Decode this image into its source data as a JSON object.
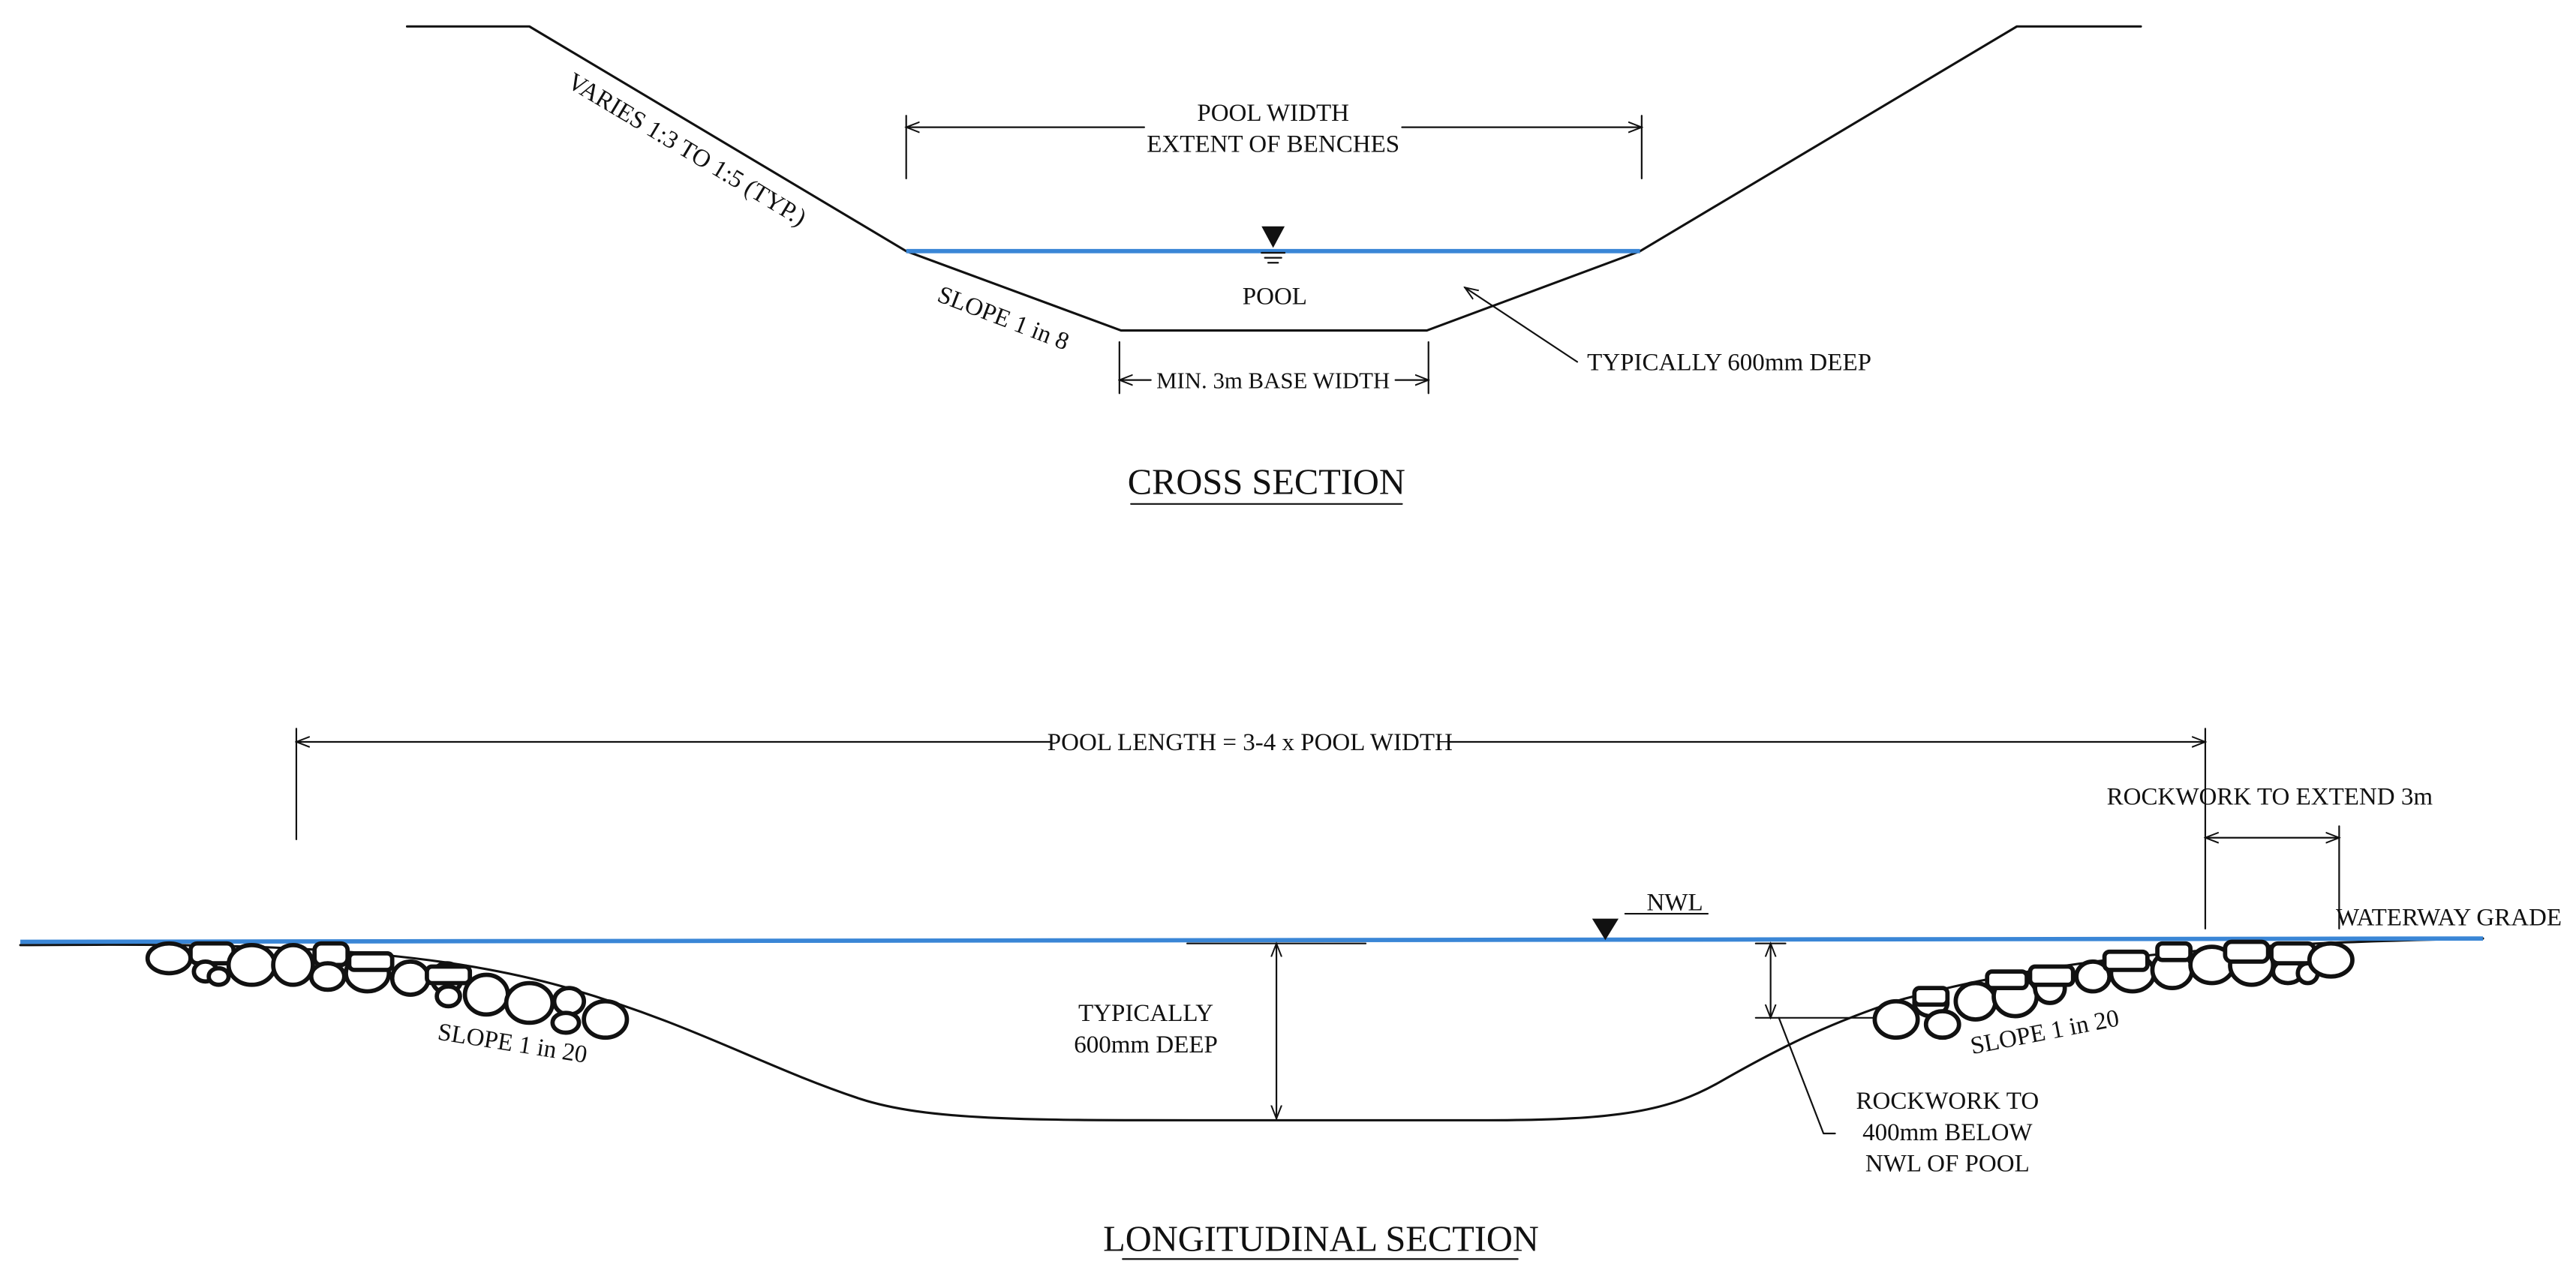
{
  "colors": {
    "ink": "#111111",
    "water": "#3a86d6",
    "background": "#ffffff"
  },
  "cross_section": {
    "title": "CROSS SECTION",
    "pool_width_line1": "POOL WIDTH",
    "pool_width_line2": "EXTENT OF BENCHES",
    "batter_note": "VARIES 1:3 TO 1:5 (TYP.)",
    "bench_slope": "SLOPE 1 in 8",
    "pool_label": "POOL",
    "base_width": "MIN. 3m BASE WIDTH",
    "depth_note": "TYPICALLY 600mm DEEP"
  },
  "longitudinal_section": {
    "title": "LONGITUDINAL SECTION",
    "pool_length": "POOL LENGTH = 3-4 x POOL WIDTH",
    "rockwork_extend": "ROCKWORK TO EXTEND 3m",
    "waterway_grade": "WATERWAY GRADE",
    "nwl": "NWL",
    "depth_line1": "TYPICALLY",
    "depth_line2": "600mm DEEP",
    "slope_left": "SLOPE 1 in 20",
    "slope_right": "SLOPE 1 in 20",
    "rockwork_note_line1": "ROCKWORK TO",
    "rockwork_note_line2": "400mm BELOW",
    "rockwork_note_line3": "NWL OF POOL"
  }
}
